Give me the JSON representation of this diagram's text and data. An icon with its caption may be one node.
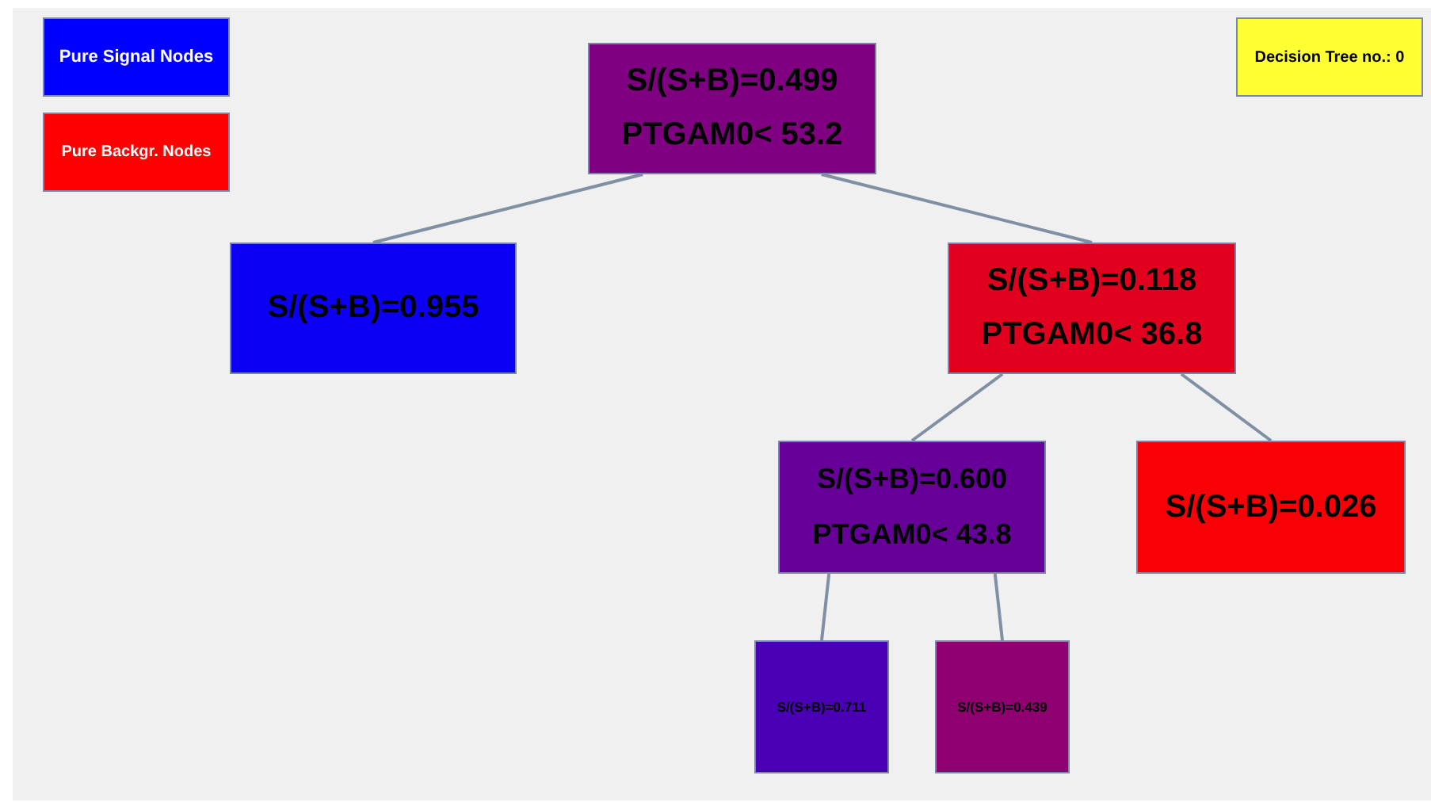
{
  "diagram": {
    "nodes": [
      {
        "text": [
          "Decision Tree no.: 0"
        ]
      },
      {
        "text": [
          "S/(S+B)=0.499",
          "PTGAM0< 53.2"
        ]
      },
      {
        "text": [
          "S/(S+B)=0.955"
        ]
      },
      {
        "text": [
          "S/(S+B)=0.118",
          "PTGAM0< 36.8"
        ]
      },
      {
        "text": [
          "S/(S+B)=0.600",
          "PTGAM0< 43.8"
        ]
      },
      {
        "text": [
          "S/(S+B)=0.026"
        ]
      },
      {
        "text": [
          "S/(S+B)=0.711"
        ]
      },
      {
        "text": [
          "S/(S+B)=0.439"
        ]
      }
    ],
    "edges": [
      {
        "from": 1,
        "to": 2,
        "arrow": "none"
      },
      {
        "from": 1,
        "to": 3,
        "arrow": "none"
      },
      {
        "from": 3,
        "to": 4,
        "arrow": "none"
      },
      {
        "from": 3,
        "to": 5,
        "arrow": "none"
      },
      {
        "from": 4,
        "to": 6,
        "arrow": "none"
      },
      {
        "from": 4,
        "to": 7,
        "arrow": "none"
      }
    ],
    "legend": [
      {
        "text": "Pure Signal Nodes",
        "color": "#0000ff"
      },
      {
        "text": "Pure Backgr. Nodes",
        "color": "#ff0000"
      }
    ]
  }
}
